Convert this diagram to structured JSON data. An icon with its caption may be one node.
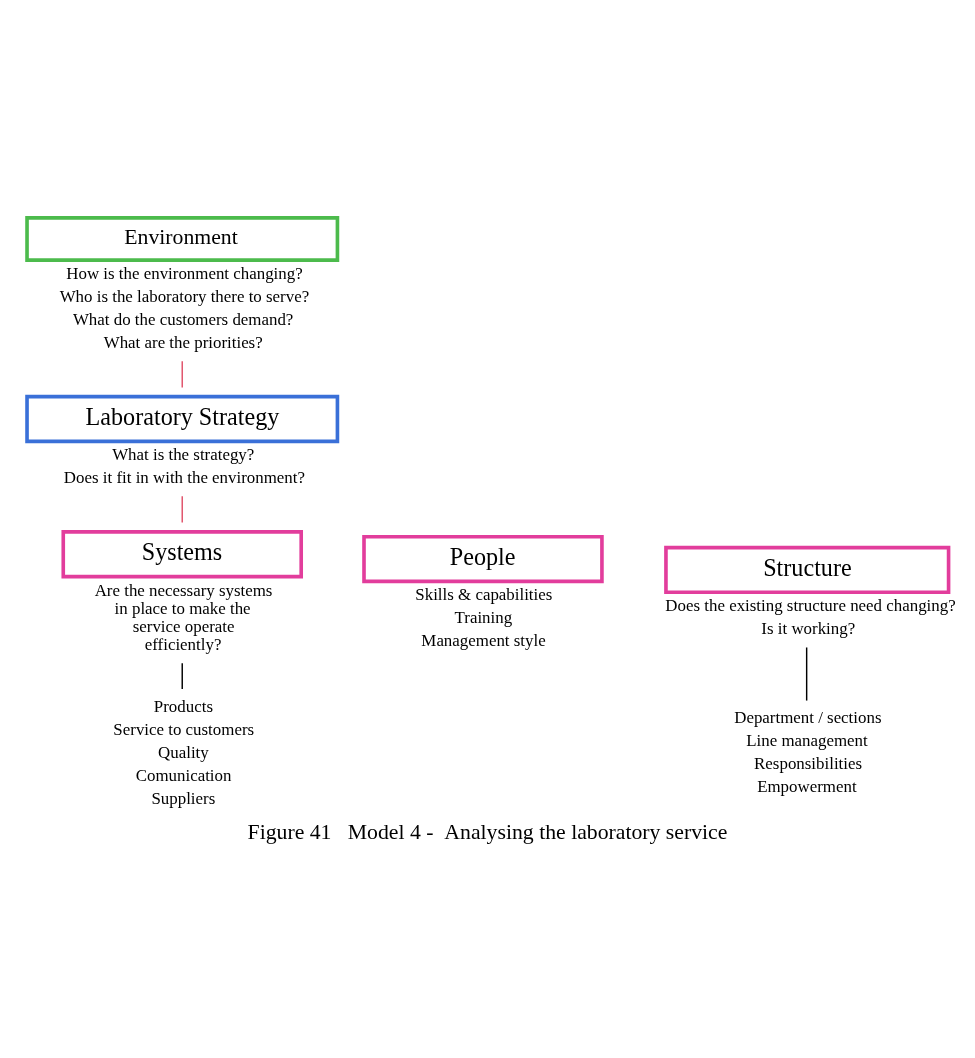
{
  "diagram": {
    "caption": "Figure 41   Model 4 -  Analysing the laboratory service",
    "nodes": [
      {
        "text": [
          "Environment"
        ],
        "beside": [
          "How is the environment changing?",
          "Who is the laboratory there to serve?",
          "What do the customers demand?",
          "What are the priorities?"
        ]
      },
      {
        "text": [
          "Laboratory Strategy"
        ],
        "beside": [
          "What is the strategy?",
          "Does it fit in with the environment?"
        ]
      },
      {
        "text": [
          "People"
        ],
        "beside": [
          "Skills & capabilities",
          "Training",
          "Management style"
        ]
      },
      {
        "text": [
          "Systems"
        ],
        "beside": [
          "Are the necessary systems in place to make the service operate efficiently?"
        ]
      },
      {
        "text": [
          "Products",
          "Service to customers",
          "Quality",
          "Comunication",
          "Suppliers"
        ]
      },
      {
        "text": [
          "Structure"
        ],
        "beside": [
          "Does the existing structure need changing?",
          "Is it working?"
        ]
      },
      {
        "text": [
          "Department / sections",
          "Line management",
          "Responsibilities",
          "Empowerment"
        ]
      }
    ],
    "edges": [
      {
        "from": 0,
        "to": 1,
        "arrow": "none",
        "color": "#e05068"
      },
      {
        "from": 1,
        "to": 3,
        "arrow": "none",
        "color": "#e05068"
      },
      {
        "from": 3,
        "to": 4,
        "arrow": "none",
        "color": "#000000"
      },
      {
        "from": 5,
        "to": 6,
        "arrow": "none",
        "color": "#000000"
      }
    ]
  }
}
